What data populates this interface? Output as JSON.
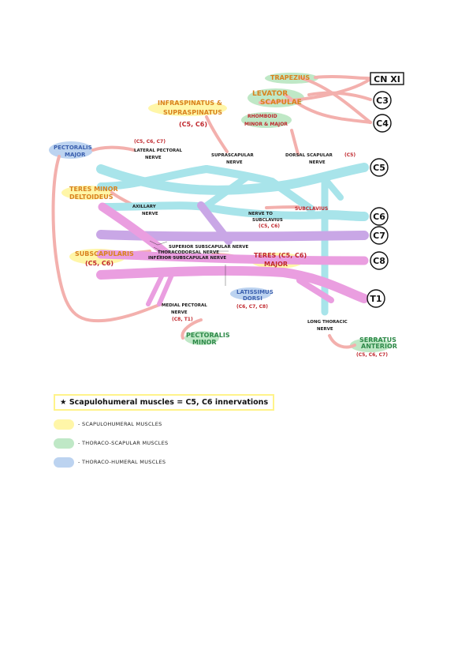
{
  "roots": {
    "cn_xi": "CN XI",
    "c3": "C3",
    "c4": "C4",
    "c5": "C5",
    "c6": "C6",
    "c7": "C7",
    "c8": "C8",
    "t1": "T1"
  },
  "muscles": {
    "trapezius": "TRAPEZIUS",
    "levator_1": "LEVATOR",
    "levator_2": "SCAPULAE",
    "rhomboid_1": "RHOMBOID",
    "rhomboid_2": "MINOR & MAJOR",
    "infra_1": "INFRASPINATUS &",
    "infra_2": "SUPRASPINATUS",
    "infra_3": "(C5, C6)",
    "pectoralis_major_1": "PECTORALIS",
    "pectoralis_major_2": "MAJOR",
    "teres_minor": "TERES MINOR",
    "deltoideus": "DELTOIDEUS",
    "subclavius": "SUBCLAVIUS",
    "subscapularis_1": "SUBSCAPULARIS",
    "subscapularis_2": "(C5, C6)",
    "teres_major_1": "TERES (C5, C6)",
    "teres_major_2": "MAJOR",
    "latissimus_1": "LATISSIMUS",
    "latissimus_2": "DORSI",
    "latissimus_3": "(C6, C7, C8)",
    "pectoralis_minor_1": "PECTORALIS",
    "pectoralis_minor_2": "MINOR",
    "serratus_1": "SERRATUS",
    "serratus_2": "ANTERIOR",
    "serratus_3": "(C5, C6, C7)"
  },
  "nerves": {
    "lateral_pectoral_roots": "(C5, C6, C7)",
    "lateral_pectoral_1": "LATERAL PECTORAL",
    "lateral_pectoral_2": "NERVE",
    "suprascapular_1": "SUPRASCAPULAR",
    "suprascapular_2": "NERVE",
    "dorsal_scapular_1": "DORSAL SCAPULAR",
    "dorsal_scapular_roots": "(C5)",
    "dorsal_scapular_2": "NERVE",
    "axillary_1": "AXILLARY",
    "axillary_2": "NERVE",
    "nerve_to_subclavius_1": "NERVE TO",
    "nerve_to_subclavius_2": "SUBCLAVIUS",
    "nerve_to_subclavius_3": "(C5, C6)",
    "superior_subscapular": "SUPERIOR SUBSCAPULAR NERVE",
    "thoracodorsal": "THORACODORSAL NERVE",
    "inferior_subscapular": "INFERIOR SUBSCAPULAR NERVE",
    "medial_pectoral_1": "MEDIAL PECTORAL",
    "medial_pectoral_2": "NERVE",
    "medial_pectoral_3": "(C8, T1)",
    "long_thoracic_1": "LONG THORACIC",
    "long_thoracic_2": "NERVE"
  },
  "legend": {
    "title": "★ Scapulohumeral muscles = C5, C6 innervations",
    "items": [
      {
        "label": "- SCAPULOHUMERAL MUSCLES",
        "color": "#fff6a8"
      },
      {
        "label": "- THORACO-SCAPULAR MUSCLES",
        "color": "#bfe8c6"
      },
      {
        "label": "- THORACO-HUMERAL MUSCLES",
        "color": "#bcd3f0"
      }
    ]
  },
  "colors": {
    "upper_trunk": "#a8e4ea",
    "middle_trunk": "#c9a7e6",
    "lower_trunk": "#ea9ee0",
    "muscle_connector": "#f3b0ad"
  }
}
